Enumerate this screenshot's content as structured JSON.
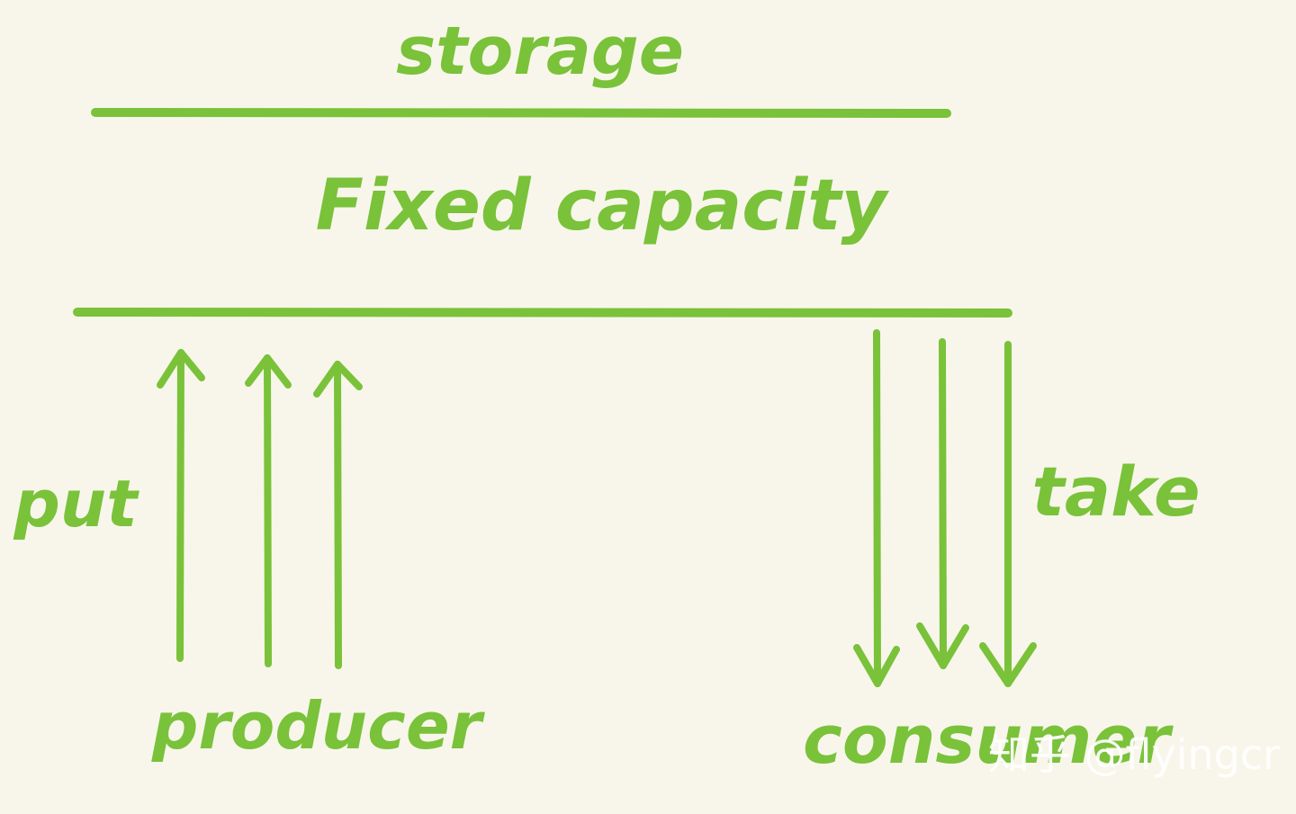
{
  "colors": {
    "background": "#f8f6ea",
    "stroke": "#79c23a",
    "watermark": "#ffffff"
  },
  "labels": {
    "storage": "storage",
    "fixed_capacity": "Fixed capacity",
    "put": "put",
    "take": "take",
    "producer": "producer",
    "consumer": "consumer"
  },
  "watermark": {
    "text": "知乎 @flyingcr"
  },
  "arrows": {
    "put_count": 3,
    "take_count": 3
  }
}
